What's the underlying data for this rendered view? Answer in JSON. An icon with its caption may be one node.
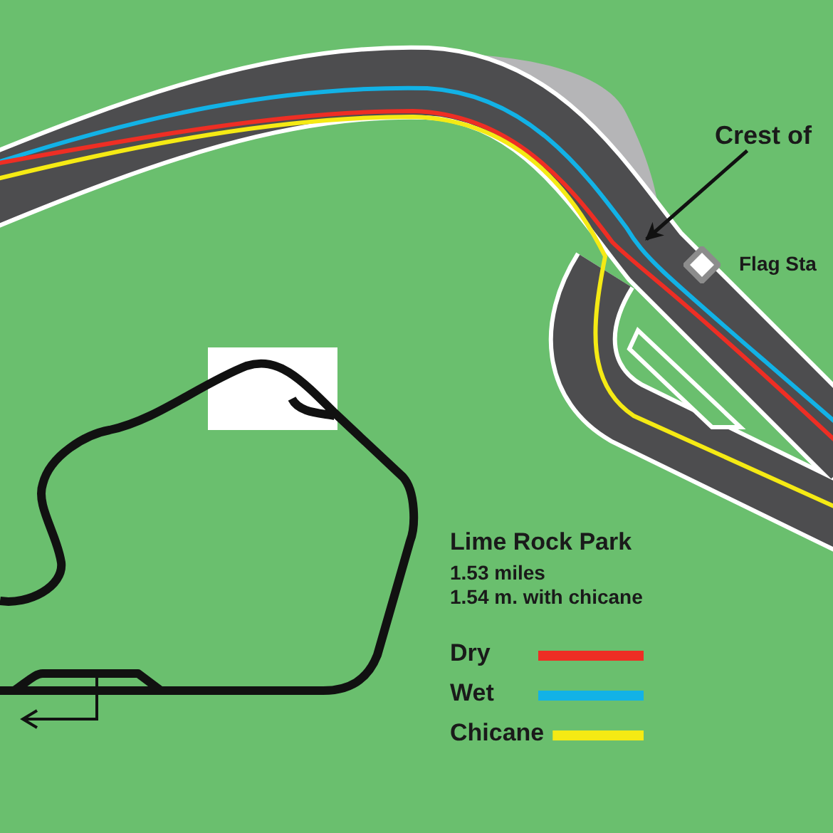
{
  "diagram": {
    "title": "Lime Rock Park",
    "nodes": [
      {
        "text": [
          "Crest of"
        ]
      },
      {
        "text": [
          "Flag Sta"
        ]
      },
      {
        "text": [],
        "shape": "area"
      }
    ],
    "edges": [
      {
        "from": 0,
        "to": 2,
        "arrow": "to"
      }
    ],
    "labels": [
      "1.53 miles",
      "1.54 m. with chicane"
    ],
    "legend": [
      {
        "text": "Dry",
        "color": "#ee2e24"
      },
      {
        "text": "Wet",
        "color": "#12b2e6"
      },
      {
        "text": "Chicane",
        "color": "#f5ea14"
      }
    ]
  }
}
